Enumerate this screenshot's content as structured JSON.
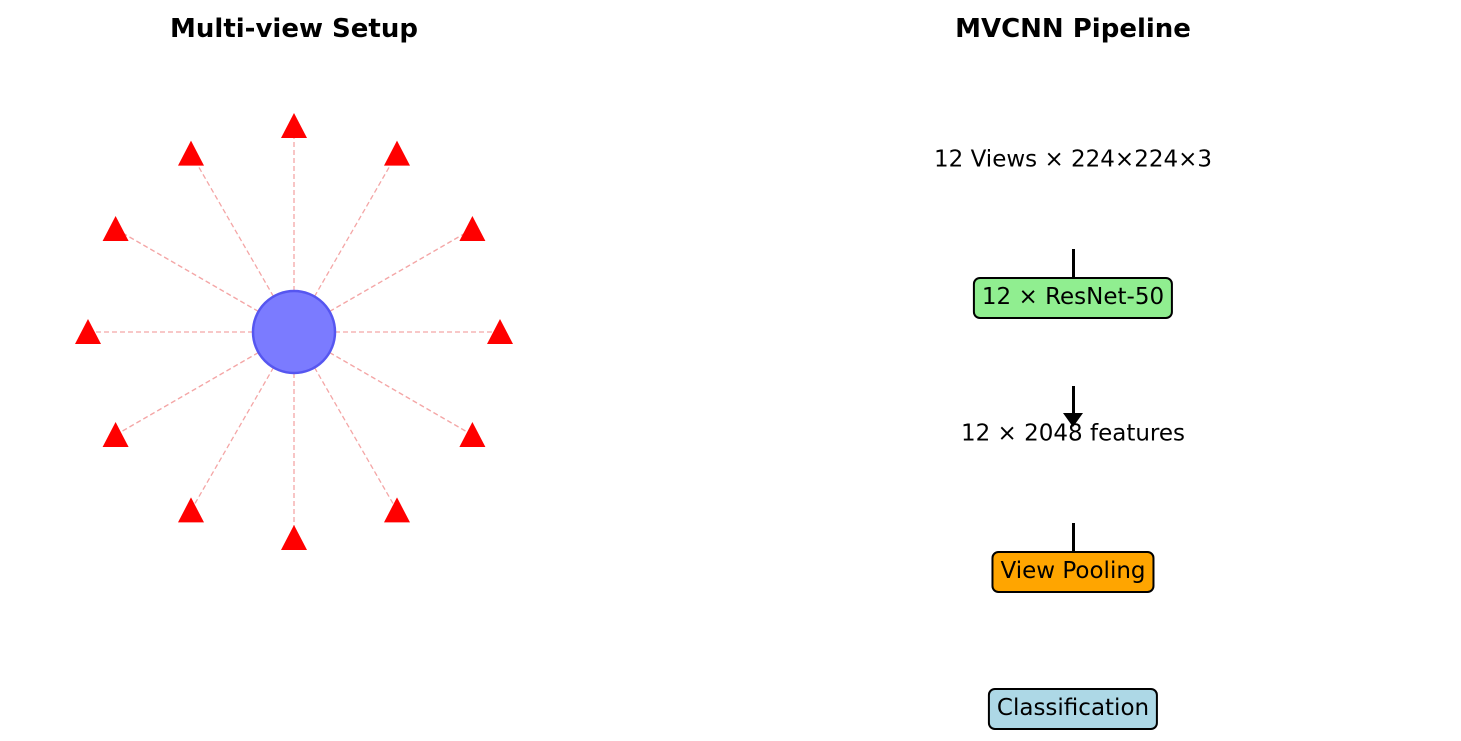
{
  "left_panel": {
    "title": "Multi-view Setup",
    "view_count": 12,
    "object_color": "#7b7bff",
    "camera_color": "#ff0000",
    "ray_color": "#f4a6a6"
  },
  "right_panel": {
    "title": "MVCNN Pipeline",
    "stages": [
      {
        "label": "12 Views × 224×224×3",
        "boxed": false,
        "color": ""
      },
      {
        "label": "12 × ResNet-50",
        "boxed": true,
        "color": "#90ee90"
      },
      {
        "label": "12 × 2048 features",
        "boxed": false,
        "color": ""
      },
      {
        "label": "View Pooling",
        "boxed": true,
        "color": "#ffa500"
      },
      {
        "label": "Classification",
        "boxed": true,
        "color": "#add8e6"
      }
    ]
  }
}
